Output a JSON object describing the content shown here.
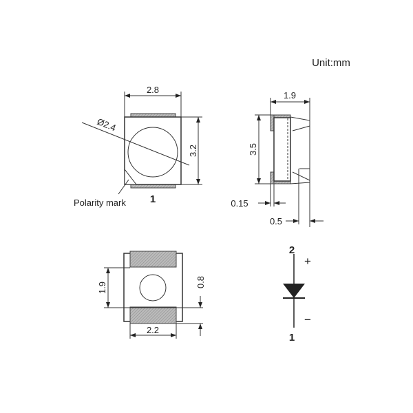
{
  "unit_label": "Unit:mm",
  "top_view": {
    "width": "2.8",
    "height": "3.2",
    "lens_diameter": "Ø2.4",
    "polarity_label": "Polarity mark",
    "pin_label": "1"
  },
  "side_view": {
    "width": "1.9",
    "height": "3.5",
    "pad_thickness": "0.15",
    "lens_offset": "0.5"
  },
  "bottom_view": {
    "pad_gap": "1.9",
    "pad_height": "0.8",
    "pad_width": "2.2"
  },
  "schematic": {
    "anode_pin": "2",
    "anode_sign": "+",
    "cathode_pin": "1",
    "cathode_sign": "−"
  }
}
